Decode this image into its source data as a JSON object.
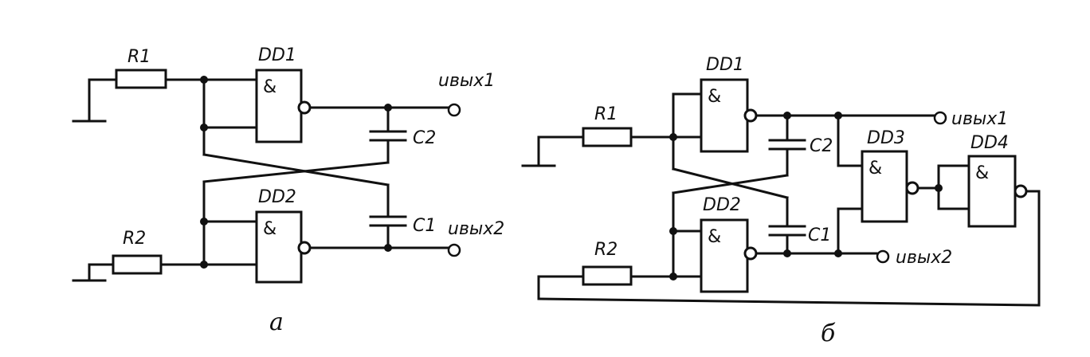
{
  "diagram_a": {
    "caption": "a",
    "r1": "R1",
    "r2": "R2",
    "dd1": "DD1",
    "dd2": "DD2",
    "c1": "C1",
    "c2": "C2",
    "gate_symbol": "&",
    "out1": "uвых1",
    "out2": "uвых2"
  },
  "diagram_b": {
    "caption": "б",
    "r1": "R1",
    "r2": "R2",
    "dd1": "DD1",
    "dd2": "DD2",
    "dd3": "DD3",
    "dd4": "DD4",
    "c1": "C1",
    "c2": "C2",
    "gate_symbol": "&",
    "out1": "uвых1",
    "out2": "uвых2"
  }
}
